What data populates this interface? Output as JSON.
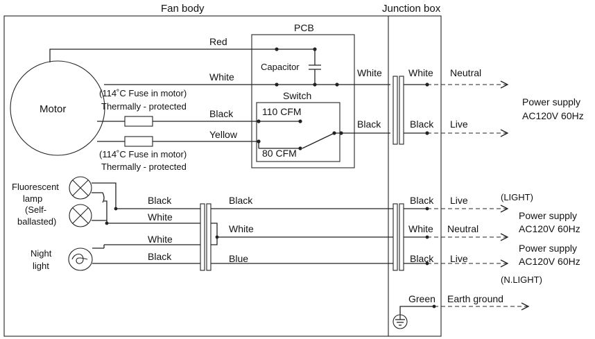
{
  "sections": {
    "fan_body": "Fan body",
    "junction_box": "Junction box",
    "pcb": "PCB"
  },
  "motor": {
    "label": "Motor",
    "fuse_note_1": "(114˚C Fuse in motor)",
    "protect_note_1": "Thermally - protected",
    "fuse_note_2": "(114˚C Fuse in motor)",
    "protect_note_2": "Thermally - protected"
  },
  "pcb_parts": {
    "capacitor": "Capacitor",
    "switch": "Switch",
    "speed_high": "110 CFM",
    "speed_low": "80 CFM"
  },
  "wires": {
    "red": "Red",
    "white_motor": "White",
    "black_motor": "Black",
    "yellow_motor": "Yellow",
    "white_pcb_out": "White",
    "black_pcb_out": "Black",
    "white_jb_fan": "White",
    "black_jb_fan": "Black",
    "black_lamp": "Black",
    "white_lamp": "White",
    "white_night": "White",
    "black_night": "Black",
    "black_mid": "Black",
    "white_mid": "White",
    "blue_mid": "Blue",
    "black_jb_light": "Black",
    "white_jb_light": "White",
    "black_jb_nlight": "Black",
    "green_jb": "Green"
  },
  "supply": {
    "neutral": "Neutral",
    "live": "Live",
    "fan_power_1": "Power supply",
    "fan_power_2": "AC120V  60Hz",
    "light_live": "Live",
    "light_tag": "(LIGHT)",
    "light_power_1": "Power supply",
    "light_power_2": "AC120V  60Hz",
    "light_neutral": "Neutral",
    "night_power_1": "Power supply",
    "night_power_2": "AC120V  60Hz",
    "night_live": "Live",
    "night_tag": "(N.LIGHT)",
    "earth": "Earth ground"
  },
  "lamps": {
    "fluorescent_1": "Fluorescent",
    "fluorescent_2": "lamp",
    "fluorescent_3": "(Self-",
    "fluorescent_4": "ballasted)",
    "night_1": "Night",
    "night_2": "light"
  }
}
